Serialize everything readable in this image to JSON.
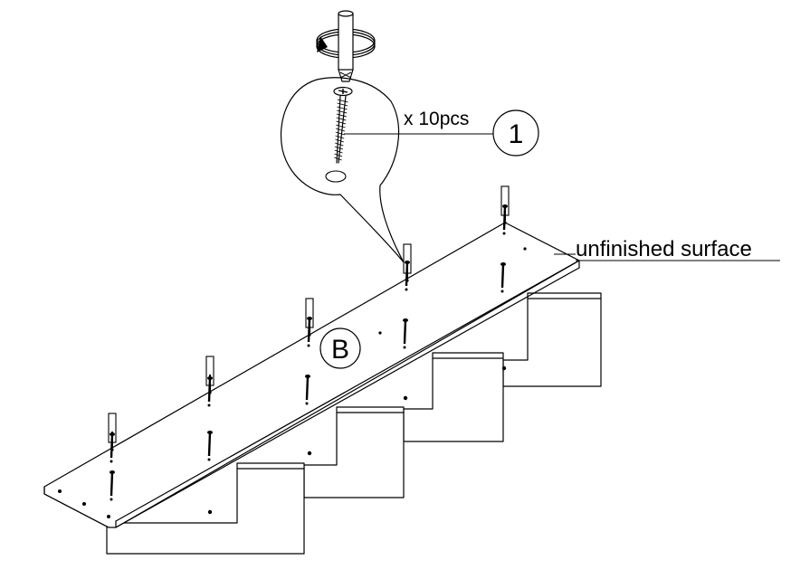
{
  "callout": {
    "quantity_text": "x 10pcs",
    "part_number": "1"
  },
  "board": {
    "label": "B",
    "surface_note": "unfinished surface"
  },
  "counts": {
    "dowels": 5,
    "screws": 10
  }
}
